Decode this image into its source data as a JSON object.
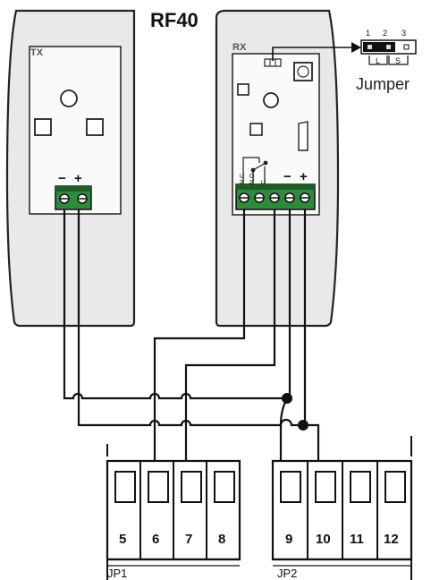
{
  "title": "RF40",
  "tx": {
    "label": "TX",
    "terminal_minus": "−",
    "terminal_plus": "+"
  },
  "rx": {
    "label": "RX",
    "contact_labels": [
      "N.C.",
      "N.O.",
      "C."
    ],
    "terminal_minus": "−",
    "terminal_plus": "+"
  },
  "jumper": {
    "label": "Jumper",
    "pins": [
      "1",
      "2",
      "3"
    ],
    "L": "L",
    "S": "S"
  },
  "jp1": {
    "label": "JP1",
    "terminals": [
      "5",
      "6",
      "7",
      "8"
    ]
  },
  "jp2": {
    "label": "JP2",
    "terminals": [
      "9",
      "10",
      "11",
      "12"
    ]
  },
  "colors": {
    "device_fill": "#e9e9e9",
    "device_stroke": "#222222",
    "terminal_green": "#2f8a3d",
    "wire": "#111111"
  }
}
